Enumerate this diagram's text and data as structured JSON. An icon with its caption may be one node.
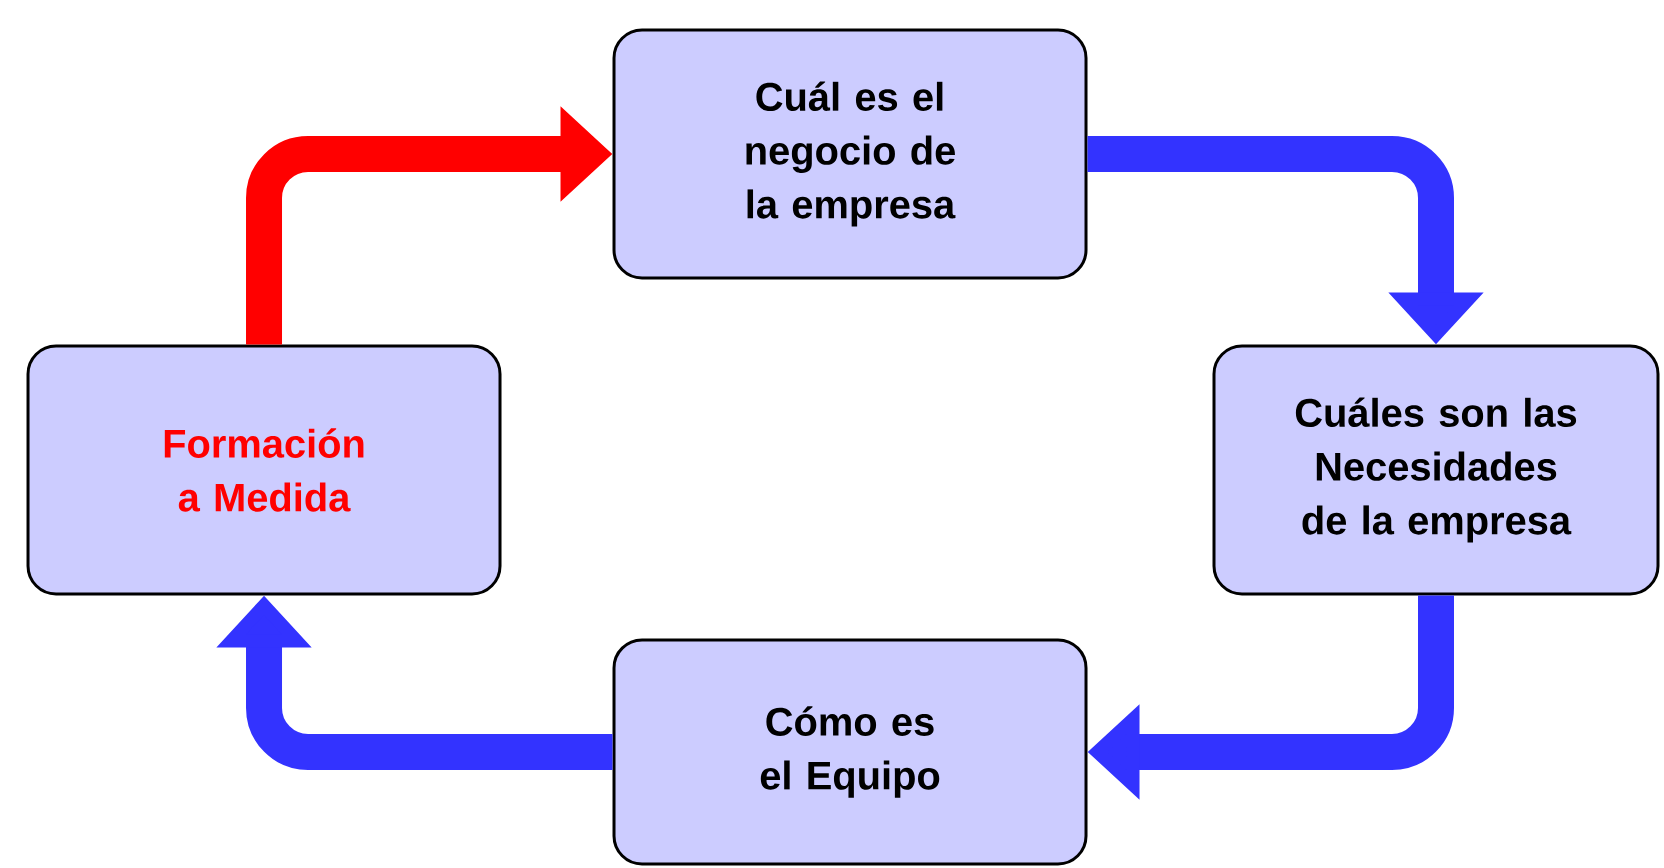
{
  "diagram": {
    "nodes": [
      {
        "text": [
          "Cuál es el negocio de la empresa"
        ]
      },
      {
        "text": [
          "Cuáles son las Necesidades de la empresa"
        ]
      },
      {
        "text": [
          "Cómo es el Equipo"
        ]
      },
      {
        "text": [
          "Formación a Medida"
        ]
      }
    ],
    "edges": [
      {
        "from": 0,
        "to": 1,
        "arrow": "to"
      },
      {
        "from": 1,
        "to": 2,
        "arrow": "to"
      },
      {
        "from": 2,
        "to": 3,
        "arrow": "to"
      },
      {
        "from": 3,
        "to": 0,
        "arrow": "to",
        "color": "#ff0000"
      }
    ]
  }
}
